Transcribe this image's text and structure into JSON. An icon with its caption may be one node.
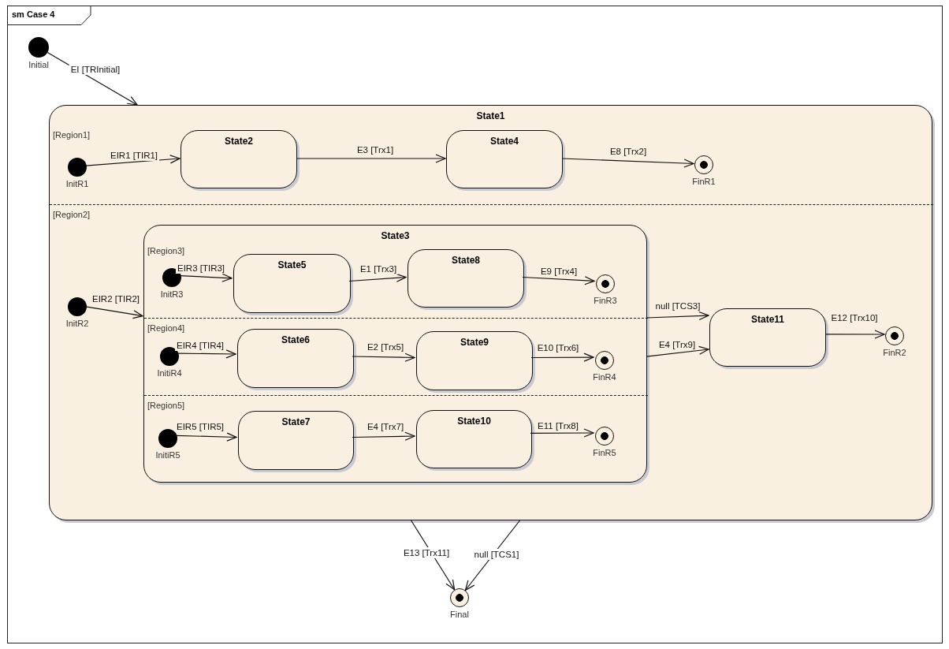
{
  "diagram": {
    "title": "sm Case 4",
    "nodes": [
      {
        "text": [],
        "shape": "circle",
        "beside": [
          "Initial"
        ]
      },
      {
        "text": [
          "State1"
        ]
      },
      {
        "text": [
          "[Region1]"
        ],
        "in": 1
      },
      {
        "text": [],
        "shape": "circle",
        "beside": [
          "InitR1"
        ],
        "in": 2
      },
      {
        "text": [
          "State2"
        ],
        "in": 2
      },
      {
        "text": [
          "State4"
        ],
        "in": 2
      },
      {
        "text": [],
        "shape": "bullseye",
        "beside": [
          "FinR1"
        ],
        "in": 2
      },
      {
        "text": [
          "[Region2]"
        ],
        "in": 1
      },
      {
        "text": [],
        "shape": "circle",
        "beside": [
          "InitR2"
        ],
        "in": 7
      },
      {
        "text": [
          "State3"
        ],
        "in": 7
      },
      {
        "text": [
          "[Region3]"
        ],
        "in": 9
      },
      {
        "text": [],
        "shape": "circle",
        "beside": [
          "InitR3"
        ],
        "in": 10
      },
      {
        "text": [
          "State5"
        ],
        "in": 10
      },
      {
        "text": [
          "State8"
        ],
        "in": 10
      },
      {
        "text": [],
        "shape": "bullseye",
        "beside": [
          "FinR3"
        ],
        "in": 10
      },
      {
        "text": [
          "[Region4]"
        ],
        "in": 9
      },
      {
        "text": [],
        "shape": "circle",
        "beside": [
          "InitiR4"
        ],
        "in": 15
      },
      {
        "text": [
          "State6"
        ],
        "in": 15
      },
      {
        "text": [
          "State9"
        ],
        "in": 15
      },
      {
        "text": [],
        "shape": "bullseye",
        "beside": [
          "FinR4"
        ],
        "in": 15
      },
      {
        "text": [
          "[Region5]"
        ],
        "in": 9
      },
      {
        "text": [],
        "shape": "circle",
        "beside": [
          "InitiR5"
        ],
        "in": 20
      },
      {
        "text": [
          "State7"
        ],
        "in": 20
      },
      {
        "text": [
          "State10"
        ],
        "in": 20
      },
      {
        "text": [],
        "shape": "bullseye",
        "beside": [
          "FinR5"
        ],
        "in": 20
      },
      {
        "text": [
          "State11"
        ],
        "in": 7
      },
      {
        "text": [],
        "shape": "bullseye",
        "beside": [
          "FinR2"
        ],
        "in": 7
      },
      {
        "text": [],
        "shape": "bullseye",
        "beside": [
          "Final"
        ]
      }
    ],
    "edges": [
      {
        "from": 0,
        "to": 1,
        "arrow": "to",
        "label": "EI [TRInitial]"
      },
      {
        "from": 3,
        "to": 4,
        "arrow": "to",
        "label": "EIR1 [TIR1]"
      },
      {
        "from": 4,
        "to": 5,
        "arrow": "to",
        "label": "E3 [Trx1]"
      },
      {
        "from": 5,
        "to": 6,
        "arrow": "to",
        "label": "E8 [Trx2]"
      },
      {
        "from": 8,
        "to": 9,
        "arrow": "to",
        "label": "EIR2 [TIR2]"
      },
      {
        "from": 11,
        "to": 12,
        "arrow": "to",
        "label": "EIR3 [TIR3]"
      },
      {
        "from": 12,
        "to": 13,
        "arrow": "to",
        "label": "E1 [Trx3]"
      },
      {
        "from": 13,
        "to": 14,
        "arrow": "to",
        "label": "E9 [Trx4]"
      },
      {
        "from": 16,
        "to": 17,
        "arrow": "to",
        "label": "EIR4 [TIR4]"
      },
      {
        "from": 17,
        "to": 18,
        "arrow": "to",
        "label": "E2 [Trx5]"
      },
      {
        "from": 18,
        "to": 19,
        "arrow": "to",
        "label": "E10 [Trx6]"
      },
      {
        "from": 21,
        "to": 22,
        "arrow": "to",
        "label": "EIR5 [TIR5]"
      },
      {
        "from": 22,
        "to": 23,
        "arrow": "to",
        "label": "E4 [Trx7]"
      },
      {
        "from": 23,
        "to": 24,
        "arrow": "to",
        "label": "E11 [Trx8]"
      },
      {
        "from": 9,
        "to": 25,
        "arrow": "to",
        "label": "null [TCS3]"
      },
      {
        "from": 9,
        "to": 25,
        "arrow": "to",
        "label": "E4 [Trx9]"
      },
      {
        "from": 25,
        "to": 26,
        "arrow": "to",
        "label": "E12 [Trx10]"
      },
      {
        "from": 1,
        "to": 27,
        "arrow": "to",
        "label": "E13 [Trx11]"
      },
      {
        "from": 1,
        "to": 27,
        "arrow": "to",
        "label": "null [TCS1]"
      }
    ]
  }
}
